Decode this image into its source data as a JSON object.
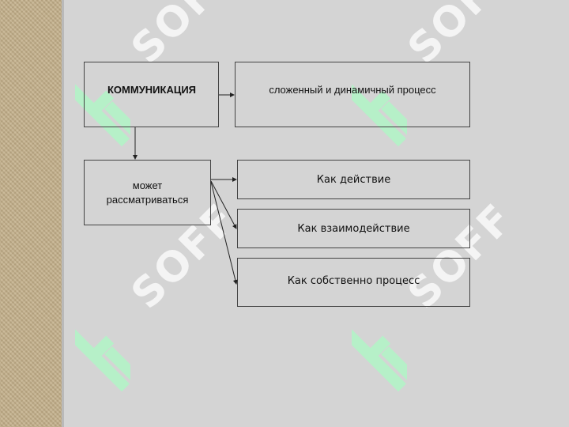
{
  "slide": {
    "main_box": "КОММУНИКАЦИЯ",
    "definition_box": "сложенный и динамичный процесс",
    "considered_box": "может рассматриваться",
    "views": [
      "Как действие",
      "Как взаимодействие",
      "Как собственно процесс"
    ]
  },
  "watermark": {
    "text": "SOFF",
    "logo_icon": "soff-logo-icon",
    "color": "#b6f0c8"
  },
  "colors": {
    "background": "#d4d4d4",
    "side_strip": "#c2ae88",
    "box_border": "#444444"
  }
}
